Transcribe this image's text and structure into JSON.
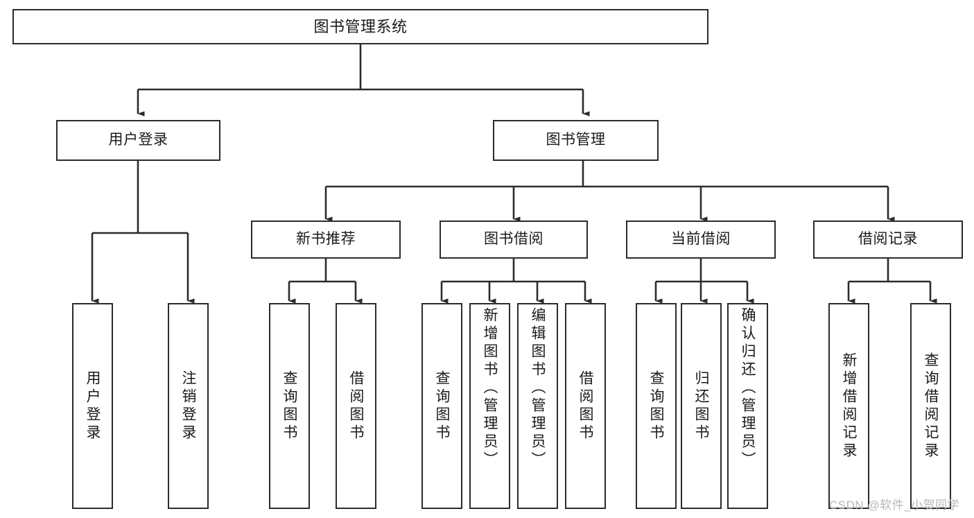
{
  "diagram": {
    "title": "图书管理系统",
    "type": "tree-hierarchy-diagram",
    "background_color": "#ffffff",
    "line_color": "#2b2b2b",
    "text_color": "#1a1a1a",
    "nodes": {
      "root": {
        "label": "图书管理系统"
      },
      "level2": [
        {
          "id": "user-login",
          "label": "用户登录"
        },
        {
          "id": "book-manage",
          "label": "图书管理"
        }
      ],
      "level3": [
        {
          "id": "new-book-recommend",
          "label": "新书推荐"
        },
        {
          "id": "book-borrow",
          "label": "图书借阅"
        },
        {
          "id": "current-borrow",
          "label": "当前借阅"
        },
        {
          "id": "borrow-record",
          "label": "借阅记录"
        }
      ],
      "leaves": {
        "user-login": [
          {
            "id": "leaf-user-login",
            "label": "用户登录"
          },
          {
            "id": "leaf-logout",
            "label": "注销登录"
          }
        ],
        "new-book-recommend": [
          {
            "id": "leaf-query-book-1",
            "label": "查询图书"
          },
          {
            "id": "leaf-borrow-book-1",
            "label": "借阅图书"
          }
        ],
        "book-borrow": [
          {
            "id": "leaf-query-book-2",
            "label": "查询图书"
          },
          {
            "id": "leaf-add-book",
            "label": "新增图书（管理员）"
          },
          {
            "id": "leaf-edit-book",
            "label": "编辑图书（管理员）"
          },
          {
            "id": "leaf-borrow-book-2",
            "label": "借阅图书"
          }
        ],
        "current-borrow": [
          {
            "id": "leaf-query-book-3",
            "label": "查询图书"
          },
          {
            "id": "leaf-return-book",
            "label": "归还图书"
          },
          {
            "id": "leaf-confirm-return",
            "label": "确认归还（管理员）"
          }
        ],
        "borrow-record": [
          {
            "id": "leaf-add-record",
            "label": "新增借阅记录"
          },
          {
            "id": "leaf-query-record",
            "label": "查询借阅记录"
          }
        ]
      }
    }
  },
  "watermark": {
    "text": "CSDN @软件_小贺同学"
  }
}
